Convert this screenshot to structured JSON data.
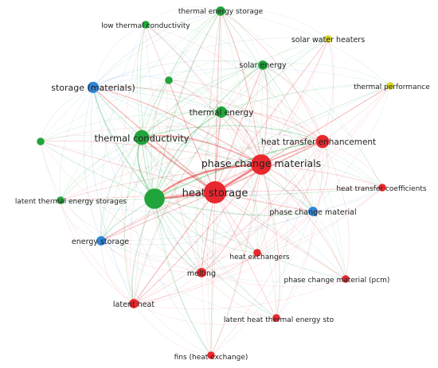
{
  "clusters": {
    "red": {
      "color": "#e8282e"
    },
    "green": {
      "color": "#22a43c"
    },
    "blue": {
      "color": "#2f86d6"
    },
    "yellow": {
      "color": "#d9d62a"
    }
  },
  "nodes": [
    {
      "id": "heat-storage",
      "label": "heat storage",
      "cluster": "red",
      "weight": 10
    },
    {
      "id": "phase-change-materials",
      "label": "phase change materials",
      "cluster": "red",
      "weight": 9
    },
    {
      "id": "heat-transfer-enhancement",
      "label": "heat transfer enhancement",
      "cluster": "red",
      "weight": 5
    },
    {
      "id": "heat-transfer-coefficients",
      "label": "heat transfer coefficients",
      "cluster": "red",
      "weight": 2
    },
    {
      "id": "heat-exchangers",
      "label": "heat exchangers",
      "cluster": "red",
      "weight": 2
    },
    {
      "id": "melting",
      "label": "melting",
      "cluster": "red",
      "weight": 3
    },
    {
      "id": "phase-change-material-pcm",
      "label": "phase change material (pcm)",
      "cluster": "red",
      "weight": 2
    },
    {
      "id": "latent-heat",
      "label": "latent heat",
      "cluster": "red",
      "weight": 3
    },
    {
      "id": "latent-heat-thermal-sto",
      "label": "latent heat thermal energy sto",
      "cluster": "red",
      "weight": 2
    },
    {
      "id": "fins-heat-exchange",
      "label": "fins (heat exchange)",
      "cluster": "red",
      "weight": 2
    },
    {
      "id": "thermal-energy-storage",
      "label": "thermal energy storage",
      "cluster": "green",
      "weight": 3
    },
    {
      "id": "low-thermal-conductivity",
      "label": "low thermal conductivity",
      "cluster": "green",
      "weight": 2
    },
    {
      "id": "solar-energy",
      "label": "solar energy",
      "cluster": "green",
      "weight": 3
    },
    {
      "id": "thermal-energy",
      "label": "thermal energy",
      "cluster": "green",
      "weight": 4
    },
    {
      "id": "thermal-conductivity",
      "label": "thermal conductivity",
      "cluster": "green",
      "weight": 6
    },
    {
      "id": "latent-thermal-energy-storages",
      "label": "latent thermal energy storages",
      "cluster": "green",
      "weight": 2
    },
    {
      "id": "green-hub-1",
      "label": "",
      "cluster": "green",
      "weight": 9
    },
    {
      "id": "green-small-1",
      "label": "",
      "cluster": "green",
      "weight": 2
    },
    {
      "id": "green-small-2",
      "label": "",
      "cluster": "green",
      "weight": 2
    },
    {
      "id": "storage-materials",
      "label": "storage (materials)",
      "cluster": "blue",
      "weight": 4
    },
    {
      "id": "phase-change-material",
      "label": "phase change material",
      "cluster": "blue",
      "weight": 3
    },
    {
      "id": "energy-storage",
      "label": "energy storage",
      "cluster": "blue",
      "weight": 3
    },
    {
      "id": "solar-water-heaters",
      "label": "solar water heaters",
      "cluster": "yellow",
      "weight": 2
    },
    {
      "id": "thermal-performance",
      "label": "thermal performance",
      "cluster": "yellow",
      "weight": 2
    }
  ]
}
